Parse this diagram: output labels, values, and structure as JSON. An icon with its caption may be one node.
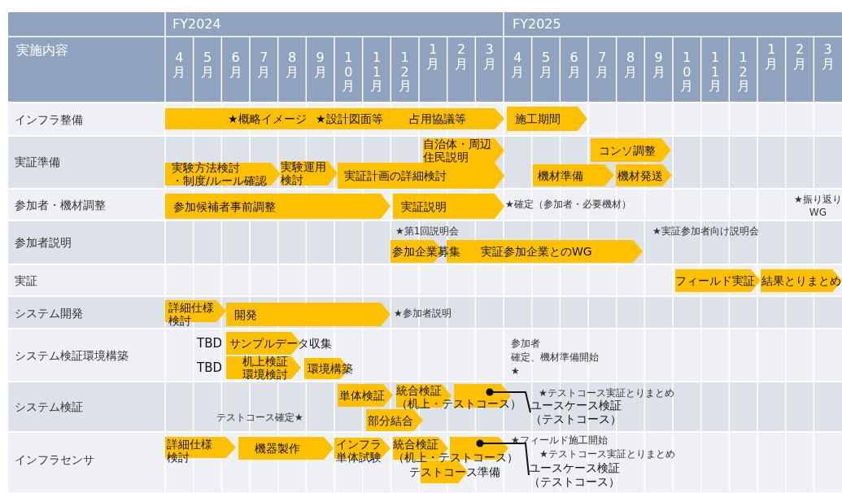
{
  "diagram": {
    "nodes": [
      {
        "text": [
          "★概略イメージ",
          "★設計図面等",
          "占用協議等"
        ]
      },
      {
        "text": [
          "施工期間"
        ]
      },
      {
        "text": [
          "実験方法検討・制度/ルール確認"
        ]
      },
      {
        "text": [
          "実験運用検討"
        ]
      },
      {
        "text": [
          "実証計画の詳細検討"
        ]
      },
      {
        "text": [
          "自治体・周辺住民説明"
        ]
      },
      {
        "text": [
          "コンソ調整"
        ]
      },
      {
        "text": [
          "機材準備"
        ]
      },
      {
        "text": [
          "機材発送"
        ]
      },
      {
        "text": [
          "参加候補者事前調整"
        ]
      },
      {
        "text": [
          "実証説明"
        ]
      },
      {
        "text": [
          "参加企業募集"
        ]
      },
      {
        "text": [
          "実証参加企業とのWG"
        ]
      },
      {
        "text": [
          "フィールド実証"
        ]
      },
      {
        "text": [
          "結果とりまとめ"
        ]
      },
      {
        "text": [
          "詳細仕様検討"
        ]
      },
      {
        "text": [
          "開発"
        ]
      },
      {
        "text": [
          "サンプルデータ収集"
        ]
      },
      {
        "text": [
          "机上検証環境検討"
        ]
      },
      {
        "text": [
          "環境構築"
        ]
      },
      {
        "text": [
          "単体検証"
        ]
      },
      {
        "text": [
          "部分結合"
        ]
      },
      {
        "text": [
          "統合検証（机上・テストコース）"
        ]
      },
      {
        "text": [
          "ユースケース検証（テストコース）"
        ]
      },
      {
        "text": [
          "詳細仕様検討"
        ]
      },
      {
        "text": [
          "機器製作"
        ]
      },
      {
        "text": [
          "インフラ単体試験"
        ]
      },
      {
        "text": [
          "統合検証（机上・テストコース）"
        ]
      },
      {
        "text": [
          "テストコース準備"
        ]
      },
      {
        "text": [
          "ユースケース検証（テストコース）"
        ]
      }
    ],
    "edges": [
      {
        "from": 23,
        "to": 22,
        "arrow": "other"
      },
      {
        "from": 29,
        "to": 27,
        "arrow": "other"
      }
    ],
    "labels": [
      "FY2024",
      "FY2025",
      "実施内容",
      "4月",
      "5月",
      "6月",
      "7月",
      "8月",
      "9月",
      "10月",
      "11月",
      "12月",
      "1月",
      "2月",
      "3月",
      "4月",
      "5月",
      "6月",
      "7月",
      "8月",
      "9月",
      "10月",
      "11月",
      "12月",
      "1月",
      "2月",
      "3月",
      "インフラ整備",
      "実証準備",
      "参加者・機材調整",
      "★確定（参加者・必要機材）",
      "★振り返りWG",
      "参加者説明",
      "★第1回説明会",
      "★実証参加者向け説明会",
      "実証",
      "システム開発",
      "★参加者説明",
      "システム検証環境構築",
      "TBD",
      "TBD",
      "参加者確定、機材準備開始★",
      "システム検証",
      "テストコース確定★",
      "★テストコース実証とりまとめ",
      "インフラセンサ",
      "★フィールド施工開始",
      "★テストコース実証とりまとめ"
    ]
  }
}
